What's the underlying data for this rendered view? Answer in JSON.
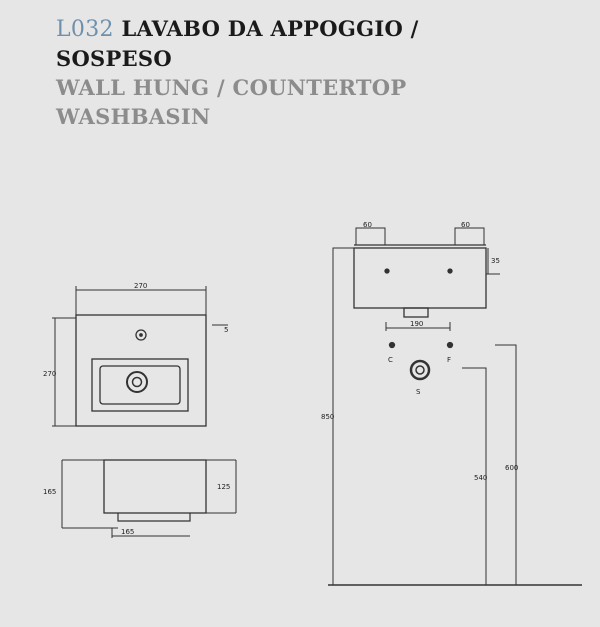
{
  "header": {
    "code": "L032",
    "title_it_line1": "LAVABO DA APPOGGIO /",
    "title_it_line2": "SOSPESO",
    "title_en_line1": "WALL HUNG / COUNTERTOP",
    "title_en_line2": "WASHBASIN"
  },
  "top_view": {
    "width_label": "270",
    "depth_label": "270",
    "hole_label": "5"
  },
  "front_view": {
    "height_left_label": "165",
    "height_right_label": "125",
    "base_label": "165"
  },
  "side_view": {
    "bracket_left_label": "60",
    "bracket_right_label": "60",
    "side_height_label": "35",
    "drain_width_label": "190",
    "cold_label": "C",
    "hot_label": "F",
    "drain_label": "S",
    "height_850_label": "850",
    "height_540_label": "540",
    "height_600_label": "600"
  },
  "colors": {
    "line": "#333333",
    "code": "#6f90ad",
    "english": "#8c8c8c"
  }
}
